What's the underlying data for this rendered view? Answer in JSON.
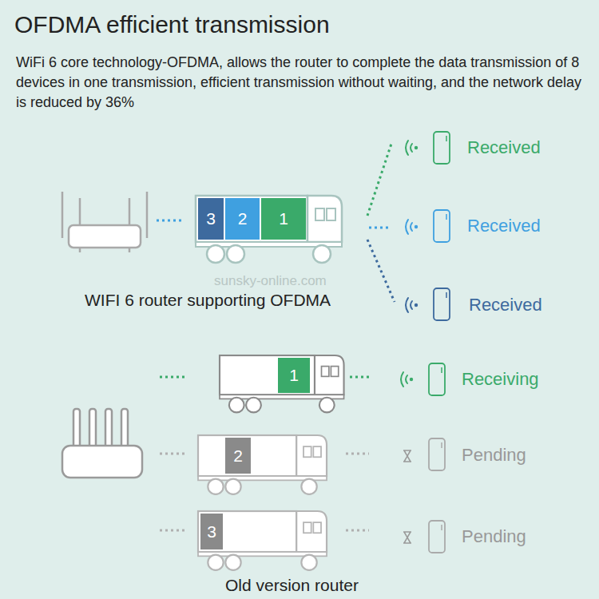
{
  "diagram": {
    "title": "OFDMA efficient transmission",
    "nodes": [
      {
        "text": [
          "3"
        ]
      },
      {
        "text": [
          "2"
        ]
      },
      {
        "text": [
          "1"
        ]
      },
      {
        "text": [
          "1"
        ]
      },
      {
        "text": [
          "2"
        ]
      },
      {
        "text": [
          "3"
        ]
      }
    ],
    "labels": [
      "WiFi 6 core technology-OFDMA, allows the router to complete the data transmission of 8 devices in one transmission, efficient transmission without waiting, and the network delay is reduced by 36%",
      "Received",
      "Received",
      "Received",
      "WIFI 6 router supporting OFDMA",
      "sunsky-online.com",
      "Receiving",
      "Pending",
      "Pending",
      "Old version router"
    ]
  }
}
